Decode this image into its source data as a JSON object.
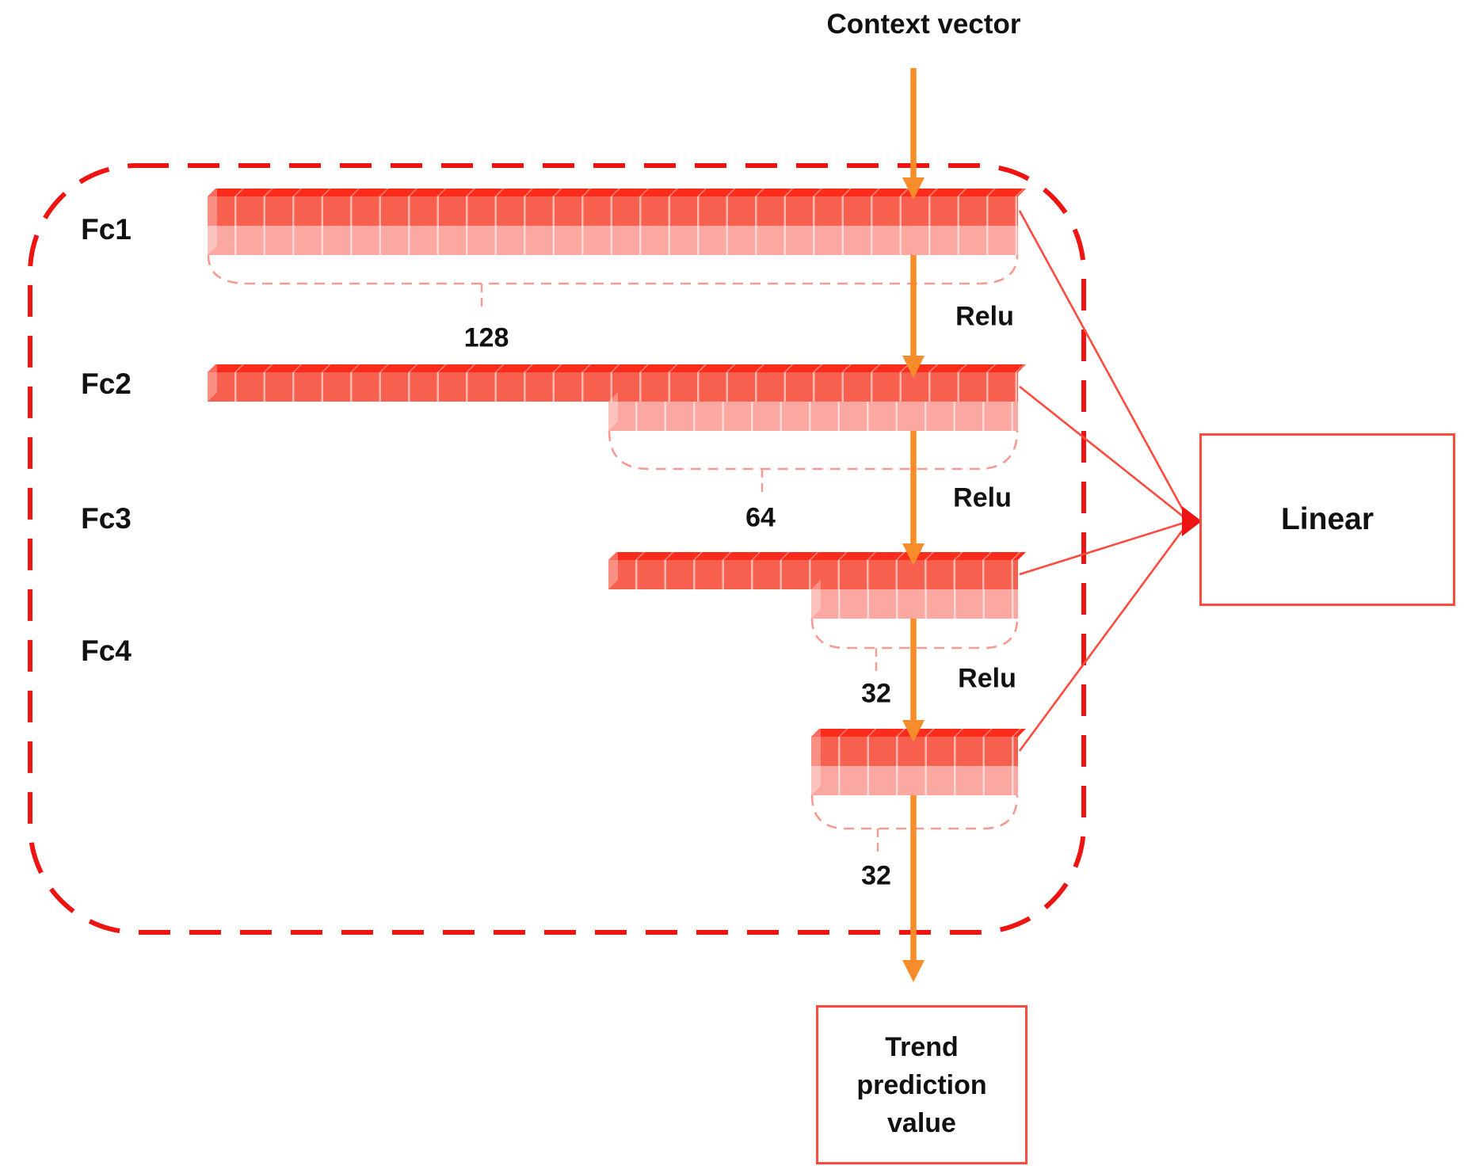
{
  "header": {
    "context_vector_label": "Context vector"
  },
  "network_box": {
    "layers": [
      {
        "label": "Fc1",
        "dim_label": "128",
        "activation": "Relu"
      },
      {
        "label": "Fc2",
        "dim_label": "64",
        "activation": "Relu"
      },
      {
        "label": "Fc3",
        "dim_label": "32",
        "activation": "Relu"
      },
      {
        "label": "Fc4",
        "dim_label": "32"
      }
    ]
  },
  "linear_box": {
    "label": "Linear"
  },
  "trend_box": {
    "line1": "Trend",
    "line2": "prediction",
    "line3": "value"
  },
  "colors": {
    "accent_red": "#ee1411",
    "line_red": "#ff4a3e",
    "bar_top_red": "#fb2c1b",
    "bar_face_red": "#f7604e",
    "bar_face_pink": "#fba8a2",
    "brace_pink": "#f79a92",
    "arrow_orange": "#f68d2a",
    "text_color": "#111111"
  }
}
